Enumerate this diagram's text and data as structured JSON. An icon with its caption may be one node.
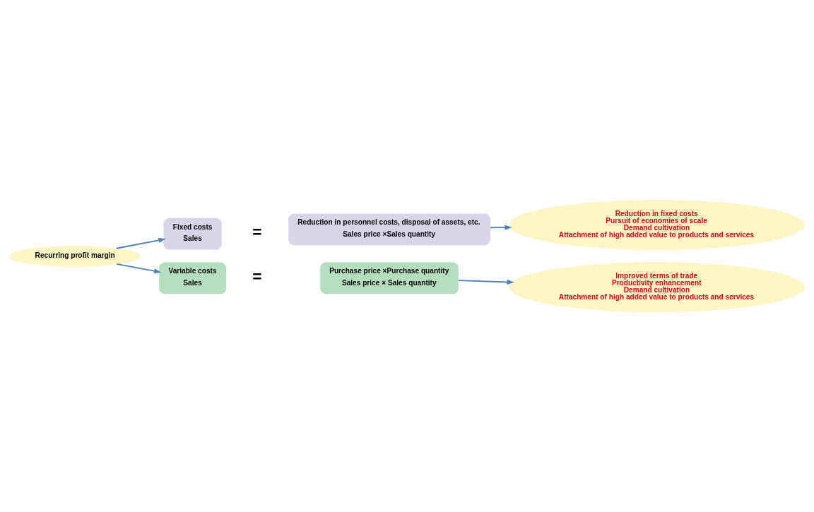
{
  "diagram": {
    "nodes": [
      {
        "text": [
          "Recurring profit margin"
        ]
      },
      {
        "text": [
          "Fixed costs",
          "Sales"
        ]
      },
      {
        "text": [
          "Reduction in personnel costs, disposal of assets, etc.",
          "Sales price",
          "×Sales quantity"
        ]
      },
      {
        "text": [
          "Reduction in fixed costs",
          "Pursuit of economies of scale",
          "Demand cultivation",
          "Attachment of high added value to products and services"
        ]
      },
      {
        "text": [
          "Variable costs",
          "Sales"
        ]
      },
      {
        "text": [
          "Purchase price",
          "×Purchase quantity",
          "Sales price",
          "× Sales quantity"
        ]
      },
      {
        "text": [
          "Improved terms of trade",
          "Productivity enhancement",
          "Demand cultivation",
          "Attachment of high added value to products and services"
        ]
      }
    ],
    "edges": [
      {
        "from": 0,
        "to": 1,
        "arrow": "to"
      },
      {
        "from": 0,
        "to": 4,
        "arrow": "to"
      },
      {
        "from": 2,
        "to": 3,
        "arrow": "to"
      },
      {
        "from": 5,
        "to": 6,
        "arrow": "to"
      }
    ],
    "labels": [
      "=",
      "="
    ]
  }
}
